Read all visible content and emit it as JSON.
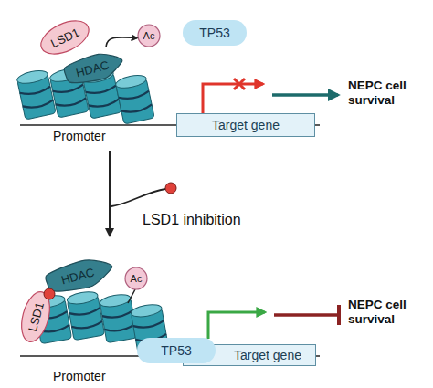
{
  "diagram": {
    "nodes": [
      {
        "text": [
          "LSD1"
        ]
      },
      {
        "text": [
          "HDAC"
        ]
      },
      {
        "text": [
          "Ac"
        ]
      },
      {
        "text": [
          "TP53"
        ]
      },
      {
        "text": [
          "Target gene"
        ]
      },
      {
        "text": [
          "HDAC"
        ]
      },
      {
        "text": [
          "Ac"
        ]
      },
      {
        "text": [
          "LSD1"
        ]
      },
      {
        "text": [
          "TP53"
        ]
      },
      {
        "text": [
          "Target gene"
        ]
      }
    ],
    "edges": [
      {
        "from": 1,
        "to": 2,
        "arrow": "to"
      }
    ],
    "labels": [
      "Promoter",
      "NEPC cell survival",
      "LSD1 inhibition",
      "Promoter",
      "NEPC cell survival"
    ]
  }
}
